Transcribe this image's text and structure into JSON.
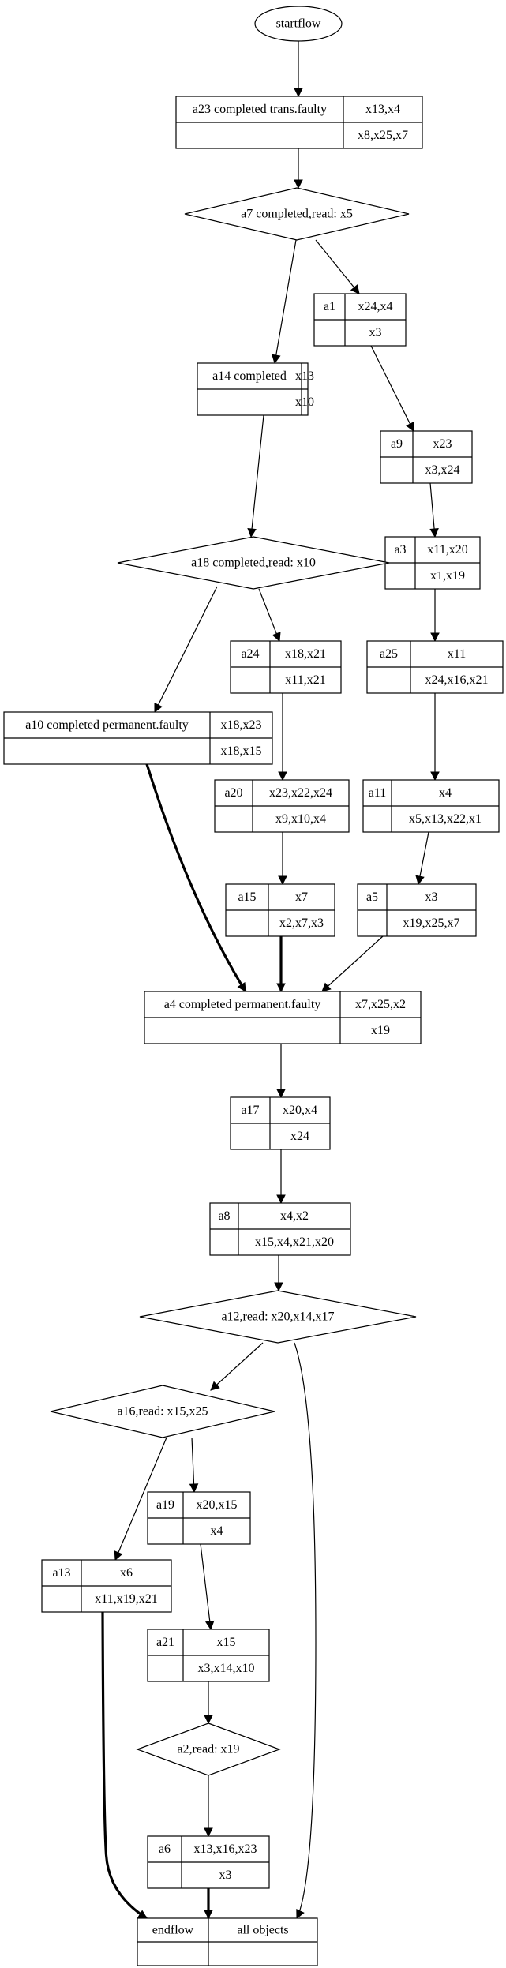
{
  "diagram": {
    "start": "startflow",
    "end": {
      "name": "endflow",
      "label": "all objects"
    },
    "activities": [
      {
        "id": "a23",
        "name": "a23 completed trans.faulty",
        "top": "x13,x4",
        "bottom": "x8,x25,x7"
      },
      {
        "id": "a1",
        "name": "a1",
        "top": "x24,x4",
        "bottom": "x3"
      },
      {
        "id": "a14",
        "name": "a14 completed",
        "top": "x13",
        "bottom": "x10"
      },
      {
        "id": "a9",
        "name": "a9",
        "top": "x23",
        "bottom": "x3,x24"
      },
      {
        "id": "a3",
        "name": "a3",
        "top": "x11,x20",
        "bottom": "x1,x19"
      },
      {
        "id": "a24",
        "name": "a24",
        "top": "x18,x21",
        "bottom": "x11,x21"
      },
      {
        "id": "a25",
        "name": "a25",
        "top": "x11",
        "bottom": "x24,x16,x21"
      },
      {
        "id": "a10",
        "name": "a10 completed permanent.faulty",
        "top": "x18,x23",
        "bottom": "x18,x15"
      },
      {
        "id": "a20",
        "name": "a20",
        "top": "x23,x22,x24",
        "bottom": "x9,x10,x4"
      },
      {
        "id": "a11",
        "name": "a11",
        "top": "x4",
        "bottom": "x5,x13,x22,x1"
      },
      {
        "id": "a15",
        "name": "a15",
        "top": "x7",
        "bottom": "x2,x7,x3"
      },
      {
        "id": "a5",
        "name": "a5",
        "top": "x3",
        "bottom": "x19,x25,x7"
      },
      {
        "id": "a4",
        "name": "a4 completed permanent.faulty",
        "top": "x7,x25,x2",
        "bottom": "x19"
      },
      {
        "id": "a17",
        "name": "a17",
        "top": "x20,x4",
        "bottom": "x24"
      },
      {
        "id": "a8",
        "name": "a8",
        "top": "x4,x2",
        "bottom": "x15,x4,x21,x20"
      },
      {
        "id": "a19",
        "name": "a19",
        "top": "x20,x15",
        "bottom": "x4"
      },
      {
        "id": "a13",
        "name": "a13",
        "top": "x6",
        "bottom": "x11,x19,x21"
      },
      {
        "id": "a21",
        "name": "a21",
        "top": "x15",
        "bottom": "x3,x14,x10"
      },
      {
        "id": "a6",
        "name": "a6",
        "top": "x13,x16,x23",
        "bottom": "x3"
      }
    ],
    "decisions": [
      {
        "id": "a7",
        "label": "a7 completed,read: x5"
      },
      {
        "id": "a18",
        "label": "a18 completed,read: x10"
      },
      {
        "id": "a12",
        "label": "a12,read: x20,x14,x17"
      },
      {
        "id": "a16",
        "label": "a16,read: x15,x25"
      },
      {
        "id": "a2",
        "label": "a2,read: x19"
      }
    ],
    "edges": [
      {
        "from": "start",
        "to": "a23",
        "bold": false
      },
      {
        "from": "a23",
        "to": "a7",
        "bold": false
      },
      {
        "from": "a7",
        "to": "a14",
        "bold": false
      },
      {
        "from": "a7",
        "to": "a1",
        "bold": false
      },
      {
        "from": "a1",
        "to": "a9",
        "bold": false
      },
      {
        "from": "a14",
        "to": "a18",
        "bold": false
      },
      {
        "from": "a9",
        "to": "a3",
        "bold": false
      },
      {
        "from": "a3",
        "to": "a25",
        "bold": false
      },
      {
        "from": "a18",
        "to": "a10",
        "bold": false
      },
      {
        "from": "a18",
        "to": "a24",
        "bold": false
      },
      {
        "from": "a24",
        "to": "a20",
        "bold": false
      },
      {
        "from": "a25",
        "to": "a11",
        "bold": false
      },
      {
        "from": "a20",
        "to": "a15",
        "bold": false
      },
      {
        "from": "a11",
        "to": "a5",
        "bold": false
      },
      {
        "from": "a10",
        "to": "a4",
        "bold": true
      },
      {
        "from": "a15",
        "to": "a4",
        "bold": true
      },
      {
        "from": "a5",
        "to": "a4",
        "bold": false
      },
      {
        "from": "a4",
        "to": "a17",
        "bold": false
      },
      {
        "from": "a17",
        "to": "a8",
        "bold": false
      },
      {
        "from": "a8",
        "to": "a12",
        "bold": false
      },
      {
        "from": "a12",
        "to": "a16",
        "bold": false
      },
      {
        "from": "a12",
        "to": "end",
        "bold": false
      },
      {
        "from": "a16",
        "to": "a13",
        "bold": false
      },
      {
        "from": "a16",
        "to": "a19",
        "bold": false
      },
      {
        "from": "a19",
        "to": "a21",
        "bold": false
      },
      {
        "from": "a21",
        "to": "a2",
        "bold": false
      },
      {
        "from": "a2",
        "to": "a6",
        "bold": false
      },
      {
        "from": "a13",
        "to": "end",
        "bold": true
      },
      {
        "from": "a6",
        "to": "end",
        "bold": true
      }
    ]
  }
}
